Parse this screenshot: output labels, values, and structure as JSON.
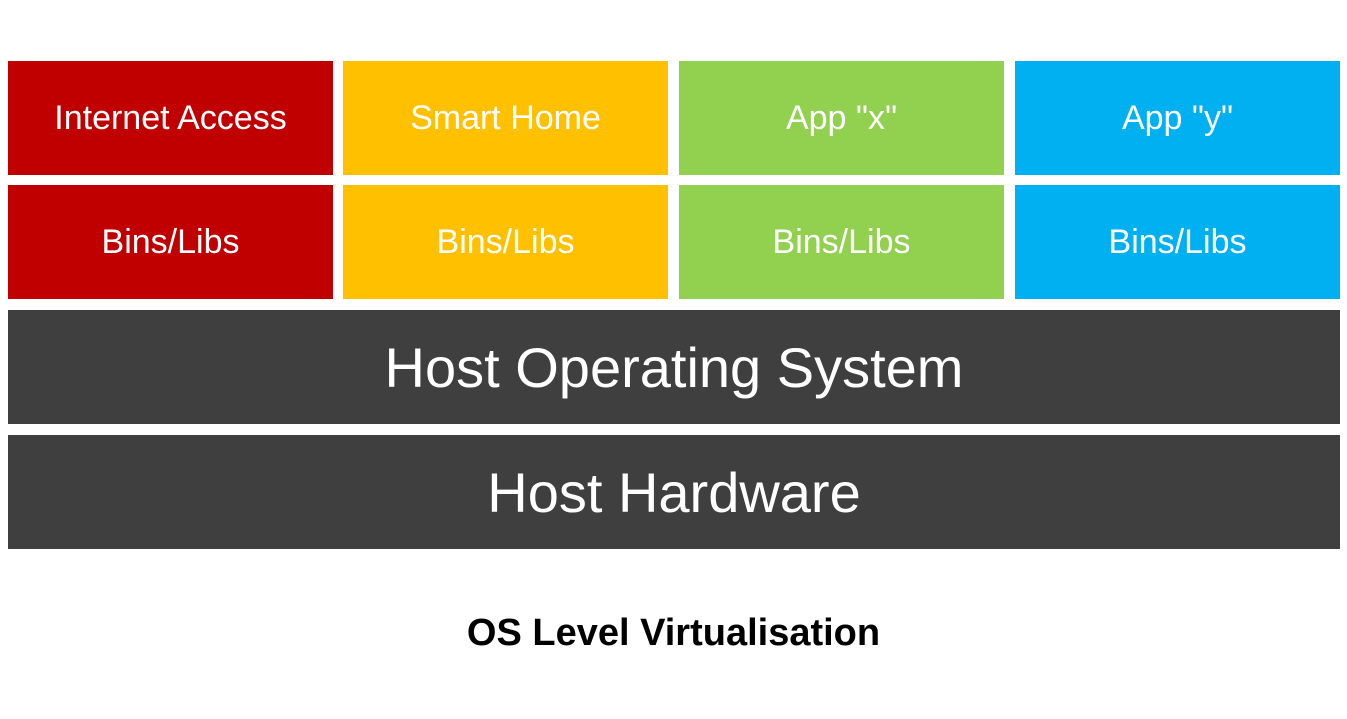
{
  "containers": [
    {
      "app_label": "Internet Access",
      "bins_label": "Bins/Libs",
      "color": "#c00000"
    },
    {
      "app_label": "Smart Home",
      "bins_label": "Bins/Libs",
      "color": "#ffc000"
    },
    {
      "app_label": "App \"x\"",
      "bins_label": "Bins/Libs",
      "color": "#92d050"
    },
    {
      "app_label": "App \"y\"",
      "bins_label": "Bins/Libs",
      "color": "#00b0f0"
    }
  ],
  "host_os": {
    "label": "Host Operating System",
    "color": "#3f3f3f"
  },
  "host_hardware": {
    "label": "Host Hardware",
    "color": "#3f3f3f"
  },
  "caption": "OS Level Virtualisation"
}
